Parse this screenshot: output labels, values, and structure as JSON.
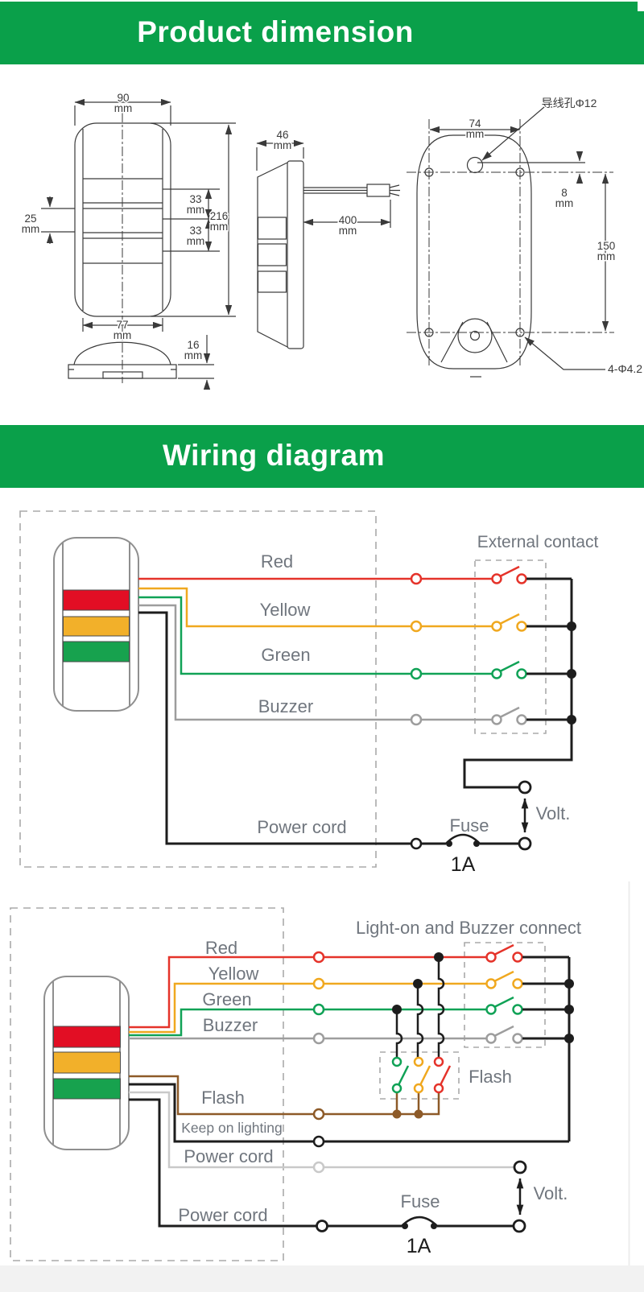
{
  "banners": {
    "product": "Product dimension",
    "wiring": "Wiring diagram"
  },
  "colors": {
    "banner": "#0aa04a",
    "line": "#3a3a3a",
    "label": "#70767e",
    "dash": "#aaaaaa",
    "red": "#e5332a",
    "yellow": "#f0a81f",
    "green": "#10a256",
    "gray": "#9d9d9d",
    "lightgray": "#c9c9c9",
    "brown": "#8d5a28",
    "black": "#1d1d1d",
    "device_outline": "#8f8f8f",
    "band_red": "#e20e24",
    "band_yellow": "#f2b02a",
    "band_green": "#17a24e"
  },
  "dims": {
    "width90": {
      "v": "90",
      "u": "mm"
    },
    "seg33a": {
      "v": "33",
      "u": "mm"
    },
    "seg33b": {
      "v": "33",
      "u": "mm"
    },
    "left25": {
      "v": "25",
      "u": "mm"
    },
    "height216": {
      "v": "216",
      "u": "mm"
    },
    "bottom77": {
      "v": "77",
      "u": "mm"
    },
    "base16": {
      "v": "16",
      "u": "mm"
    },
    "depth46": {
      "v": "46",
      "u": "mm"
    },
    "cable400": {
      "v": "400",
      "u": "mm"
    },
    "holes74": {
      "v": "74",
      "u": "mm"
    },
    "offset8": {
      "v": "8",
      "u": "mm"
    },
    "vert150": {
      "v": "150",
      "u": "mm"
    },
    "wire_hole_label": "导线孔Φ12",
    "mount_holes_label": "4-Φ4.2"
  },
  "w1": {
    "red": "Red",
    "yellow": "Yellow",
    "green": "Green",
    "buzzer": "Buzzer",
    "power_cord": "Power cord",
    "external_contact": "External contact",
    "fuse": "Fuse",
    "amp": "1A",
    "volt": "Volt."
  },
  "w2": {
    "title": "Light-on and Buzzer connect",
    "red": "Red",
    "yellow": "Yellow",
    "green": "Green",
    "buzzer": "Buzzer",
    "flash": "Flash",
    "keep_on": "Keep on lighting",
    "power_cord": "Power cord",
    "power_cord2": "Power cord",
    "flash_box": "Flash",
    "fuse": "Fuse",
    "amp": "1A",
    "volt": "Volt."
  }
}
